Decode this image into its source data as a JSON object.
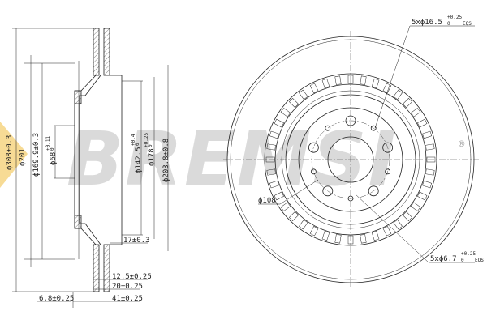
{
  "watermark": {
    "brand": "BREMSI",
    "registered": "®",
    "colors": {
      "logo_gray": "#bdbdbd",
      "triangle": "#f5d27a"
    }
  },
  "side_view": {
    "dia_308": "ϕ308±0.3",
    "dia_201": "ϕ201",
    "dia_169": "ϕ169.9±0.3",
    "dia_68": "ϕ68",
    "dia_68_tol_up": "+0.11",
    "dia_68_tol_lo": "0",
    "dia_142": "ϕ142.5",
    "dia_142_tol_up": "+0.4",
    "dia_142_tol_lo": "0",
    "dia_178": "ϕ178",
    "dia_178_tol_up": "+0.25",
    "dia_178_tol_lo": "0",
    "dia_203": "ϕ203.8±0.8",
    "t_17": "17±0.3",
    "t_12": "12.5±0.25",
    "t_20": "20±0.25",
    "t_6": "6.8±0.25",
    "t_41": "41±0.25"
  },
  "front_view": {
    "holes_large": "5xϕ16.5",
    "holes_large_tol_up": "+0.25",
    "holes_large_tol_lo": "0",
    "holes_large_eqs": "EQS",
    "pcd": "ϕ108",
    "holes_small": "5xϕ6.7",
    "holes_small_tol_up": "+0.25",
    "holes_small_tol_lo": "0",
    "holes_small_eqs": "EQS"
  }
}
